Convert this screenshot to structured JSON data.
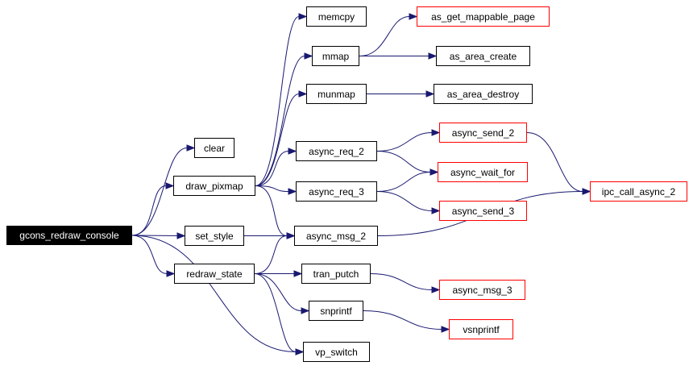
{
  "graph": {
    "root": "gcons_redraw_console",
    "nodes": [
      {
        "id": "gcons_redraw_console",
        "label": "gcons_redraw_console",
        "style": "root"
      },
      {
        "id": "clear",
        "label": "clear",
        "style": "normal"
      },
      {
        "id": "draw_pixmap",
        "label": "draw_pixmap",
        "style": "normal"
      },
      {
        "id": "set_style",
        "label": "set_style",
        "style": "normal"
      },
      {
        "id": "redraw_state",
        "label": "redraw_state",
        "style": "normal"
      },
      {
        "id": "memcpy",
        "label": "memcpy",
        "style": "normal"
      },
      {
        "id": "mmap",
        "label": "mmap",
        "style": "normal"
      },
      {
        "id": "munmap",
        "label": "munmap",
        "style": "normal"
      },
      {
        "id": "async_req_2",
        "label": "async_req_2",
        "style": "normal"
      },
      {
        "id": "async_req_3",
        "label": "async_req_3",
        "style": "normal"
      },
      {
        "id": "async_msg_2",
        "label": "async_msg_2",
        "style": "normal"
      },
      {
        "id": "tran_putch",
        "label": "tran_putch",
        "style": "normal"
      },
      {
        "id": "snprintf",
        "label": "snprintf",
        "style": "normal"
      },
      {
        "id": "vp_switch",
        "label": "vp_switch",
        "style": "normal"
      },
      {
        "id": "as_get_mappable_page",
        "label": "as_get_mappable_page",
        "style": "external"
      },
      {
        "id": "as_area_create",
        "label": "as_area_create",
        "style": "normal"
      },
      {
        "id": "as_area_destroy",
        "label": "as_area_destroy",
        "style": "normal"
      },
      {
        "id": "async_send_2",
        "label": "async_send_2",
        "style": "external"
      },
      {
        "id": "async_wait_for",
        "label": "async_wait_for",
        "style": "external"
      },
      {
        "id": "async_send_3",
        "label": "async_send_3",
        "style": "external"
      },
      {
        "id": "async_msg_3",
        "label": "async_msg_3",
        "style": "external"
      },
      {
        "id": "vsnprintf",
        "label": "vsnprintf",
        "style": "external"
      },
      {
        "id": "ipc_call_async_2",
        "label": "ipc_call_async_2",
        "style": "external"
      }
    ],
    "edges": [
      [
        "gcons_redraw_console",
        "clear"
      ],
      [
        "gcons_redraw_console",
        "draw_pixmap"
      ],
      [
        "gcons_redraw_console",
        "set_style"
      ],
      [
        "gcons_redraw_console",
        "redraw_state"
      ],
      [
        "gcons_redraw_console",
        "vp_switch"
      ],
      [
        "draw_pixmap",
        "memcpy"
      ],
      [
        "draw_pixmap",
        "mmap"
      ],
      [
        "draw_pixmap",
        "munmap"
      ],
      [
        "draw_pixmap",
        "async_req_2"
      ],
      [
        "draw_pixmap",
        "async_req_3"
      ],
      [
        "draw_pixmap",
        "async_msg_2"
      ],
      [
        "set_style",
        "async_msg_2"
      ],
      [
        "redraw_state",
        "async_msg_2"
      ],
      [
        "redraw_state",
        "tran_putch"
      ],
      [
        "redraw_state",
        "snprintf"
      ],
      [
        "redraw_state",
        "vp_switch"
      ],
      [
        "mmap",
        "as_get_mappable_page"
      ],
      [
        "mmap",
        "as_area_create"
      ],
      [
        "munmap",
        "as_area_destroy"
      ],
      [
        "async_req_2",
        "async_send_2"
      ],
      [
        "async_req_2",
        "async_wait_for"
      ],
      [
        "async_req_3",
        "async_wait_for"
      ],
      [
        "async_req_3",
        "async_send_3"
      ],
      [
        "async_msg_2",
        "ipc_call_async_2"
      ],
      [
        "async_send_2",
        "ipc_call_async_2"
      ],
      [
        "tran_putch",
        "async_msg_3"
      ],
      [
        "snprintf",
        "vsnprintf"
      ]
    ]
  },
  "colors": {
    "edge": "#191970",
    "node_border": "#000000",
    "external_border": "#ff0000",
    "root_fill": "#000000",
    "root_text": "#ffffff"
  }
}
